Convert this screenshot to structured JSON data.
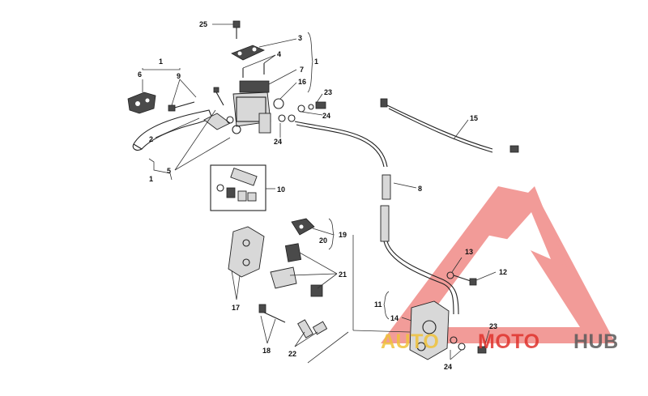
{
  "diagram": {
    "callouts": {
      "c1a": "1",
      "c1b": "1",
      "c1c": "1",
      "c2": "2",
      "c3": "3",
      "c4": "4",
      "c5": "5",
      "c6": "6",
      "c7": "7",
      "c8": "8",
      "c9": "9",
      "c10": "10",
      "c11": "11",
      "c12": "12",
      "c13": "13",
      "c14": "14",
      "c15": "15",
      "c16": "16",
      "c17": "17",
      "c18": "18",
      "c19": "19",
      "c20": "20",
      "c21": "21",
      "c22": "22",
      "c23a": "23",
      "c23b": "23",
      "c24a": "24",
      "c24b": "24",
      "c24c": "24",
      "c25": "25"
    }
  },
  "watermark": {
    "brand_part1": "AUTO",
    "brand_part2": "MOTO",
    "brand_part3": "HUB",
    "colors": {
      "auto": "#f0c23a",
      "moto": "#e0332d",
      "hub": "#5a5a5a",
      "triangle": "#e84a45"
    }
  }
}
